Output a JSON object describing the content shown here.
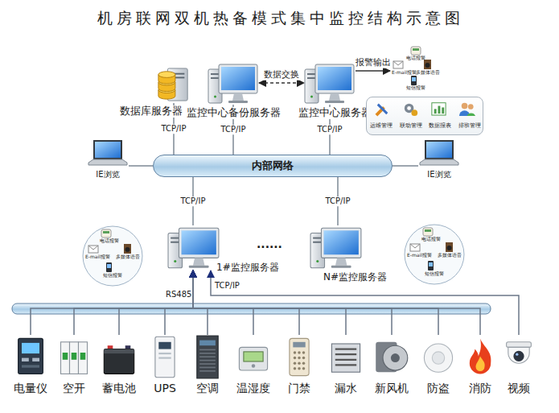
{
  "diagram": {
    "title": "机房联网双机热备模式集中监控结构示意图",
    "nodes": [
      {
        "text": [
          "数据库服务器"
        ]
      },
      {
        "text": [
          "监控中心备份服务器"
        ]
      },
      {
        "text": [
          "监控中心服务器"
        ]
      },
      {
        "text": [
          "电话报警",
          "E-mail报警",
          "多媒体语音",
          "短信报警"
        ]
      },
      {
        "text": [
          "运维管理",
          "联动管理",
          "数据报表",
          "排班管理"
        ]
      },
      {
        "text": [
          "IE浏览"
        ]
      },
      {
        "text": [
          "内部网络"
        ]
      },
      {
        "text": [
          "IE浏览"
        ]
      },
      {
        "text": [
          "电话报警",
          "E-mail报警",
          "多媒体语音",
          "短信报警"
        ]
      },
      {
        "text": [
          "1#监控服务器"
        ]
      },
      {
        "text": [
          "N#监控服务器"
        ]
      },
      {
        "text": [
          "电话报警",
          "E-mail报警",
          "多媒体语音",
          "短信报警"
        ]
      },
      {
        "text": [
          "电量仪"
        ]
      },
      {
        "text": [
          "空开"
        ]
      },
      {
        "text": [
          "蓄电池"
        ]
      },
      {
        "text": [
          "UPS"
        ]
      },
      {
        "text": [
          "空调"
        ]
      },
      {
        "text": [
          "温湿度"
        ]
      },
      {
        "text": [
          "门禁"
        ]
      },
      {
        "text": [
          "漏水"
        ]
      },
      {
        "text": [
          "新风机"
        ]
      },
      {
        "text": [
          "防盗"
        ]
      },
      {
        "text": [
          "消防"
        ]
      },
      {
        "text": [
          "视频"
        ]
      }
    ],
    "edges": [
      {
        "from": 0,
        "to": 6,
        "label": "TCP/IP",
        "arrow": "none"
      },
      {
        "from": 1,
        "to": 6,
        "label": "TCP/IP",
        "arrow": "none"
      },
      {
        "from": 2,
        "to": 6,
        "label": "TCP/IP",
        "arrow": "none"
      },
      {
        "from": 1,
        "to": 2,
        "label": "数据交换",
        "arrow": "both"
      },
      {
        "from": 2,
        "to": 3,
        "label": "报警输出",
        "arrow": "to"
      },
      {
        "from": 5,
        "to": 6,
        "arrow": "none"
      },
      {
        "from": 7,
        "to": 6,
        "arrow": "none"
      },
      {
        "from": 6,
        "to": 9,
        "label": "TCP/IP",
        "arrow": "none"
      },
      {
        "from": 6,
        "to": 10,
        "label": "TCP/IP",
        "arrow": "none"
      },
      {
        "from": 12,
        "to": 9,
        "arrow": "to"
      },
      {
        "from": 13,
        "to": 9,
        "arrow": "to"
      },
      {
        "from": 14,
        "to": 9,
        "arrow": "to"
      },
      {
        "from": 15,
        "to": 9,
        "arrow": "to"
      },
      {
        "from": 16,
        "to": 9,
        "arrow": "to"
      },
      {
        "from": 17,
        "to": 9,
        "arrow": "to"
      },
      {
        "from": 18,
        "to": 9,
        "arrow": "to"
      },
      {
        "from": 19,
        "to": 9,
        "arrow": "to"
      },
      {
        "from": 20,
        "to": 9,
        "arrow": "to"
      },
      {
        "from": 21,
        "to": 9,
        "arrow": "to"
      },
      {
        "from": 22,
        "to": 9,
        "arrow": "to"
      },
      {
        "from": 23,
        "to": 9,
        "arrow": "to"
      }
    ],
    "labels": [
      "......",
      "RS485",
      "TCP/IP"
    ]
  }
}
